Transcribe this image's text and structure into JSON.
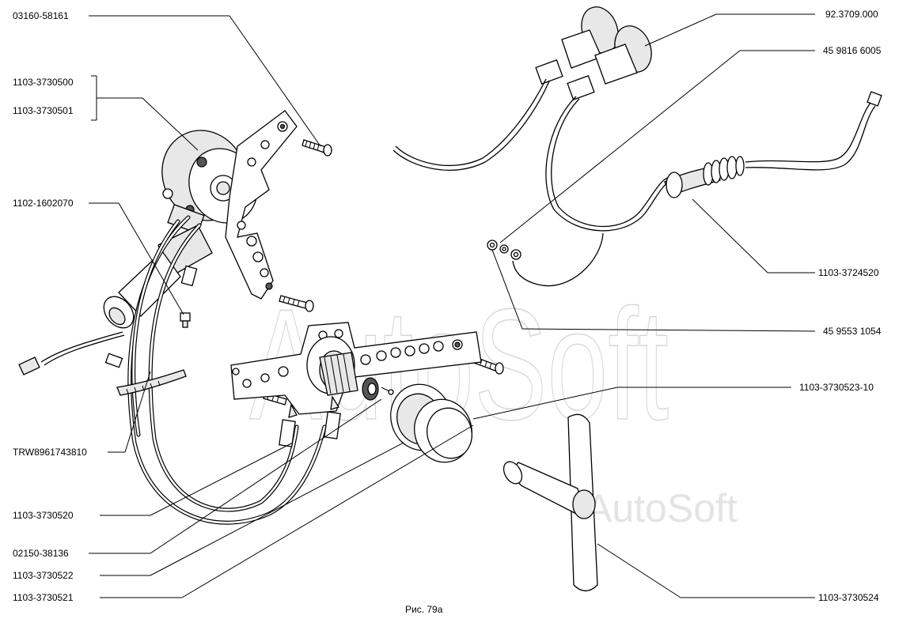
{
  "labels": {
    "l1": "03160-58161",
    "l2a": "1103-3730500",
    "l2b": "1103-3730501",
    "l3": "1102-1602070",
    "l4": "TRW8961743810",
    "l5": "1103-3730520",
    "l6": "02150-38136",
    "l7": "1103-3730522",
    "l8": "1103-3730521",
    "r1": "92.3709.000",
    "r2": "45 9816 6005",
    "r3": "1103-3724520",
    "r4": "45 9553 1054",
    "r5": "1103-3730523-10",
    "r6": "1103-3730524"
  },
  "caption": "Рис. 79а",
  "watermark": {
    "main": "AutoSoft",
    "small": "AutoSoft"
  }
}
